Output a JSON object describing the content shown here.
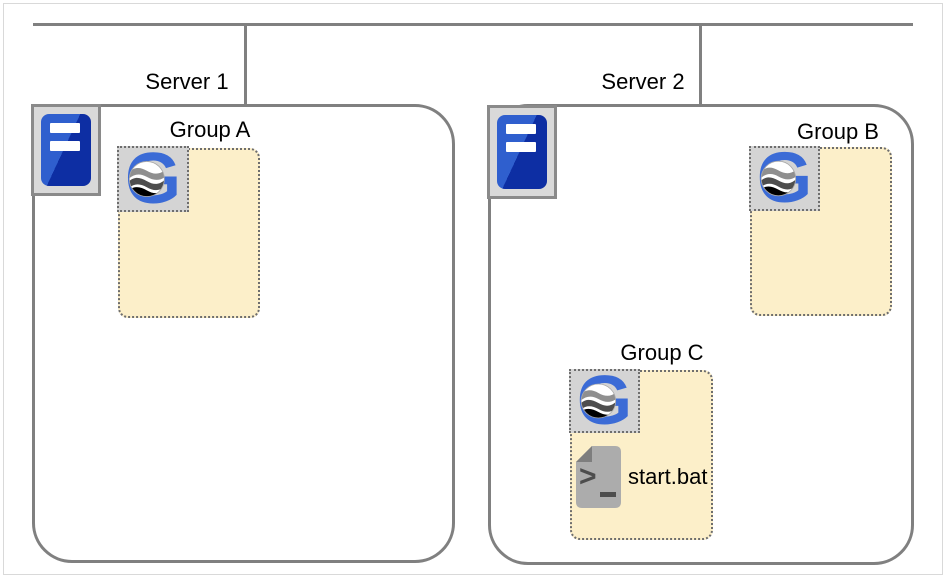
{
  "diagram": {
    "title": "server-group-deployment-diagram",
    "servers": [
      {
        "label": "Server 1",
        "icon": "server-icon",
        "groups": [
          {
            "label": "Group A",
            "icon": "g-logo-icon",
            "items": []
          }
        ]
      },
      {
        "label": "Server 2",
        "icon": "server-icon",
        "groups": [
          {
            "label": "Group B",
            "icon": "g-logo-icon",
            "items": []
          },
          {
            "label": "Group C",
            "icon": "g-logo-icon",
            "items": [
              {
                "label": "start.bat",
                "icon": "batch-file-icon"
              }
            ]
          }
        ]
      }
    ],
    "colors": {
      "line_gray": "#808080",
      "canvas_border": "#d9d9d9",
      "group_fill": "#FCEFC9",
      "group_border": "#6e6e6e",
      "icon_tile_fill": "#d4d4d4",
      "server_tile_fill": "#d9d9d9",
      "server_blue_light": "#2F5FCE",
      "server_blue_dark": "#0D2EA3",
      "g_logo_blue": "#3B6BD6",
      "file_icon_gray": "#ACACAC",
      "file_fold_gray": "#7E7E7E",
      "text_color": "#000000"
    }
  }
}
